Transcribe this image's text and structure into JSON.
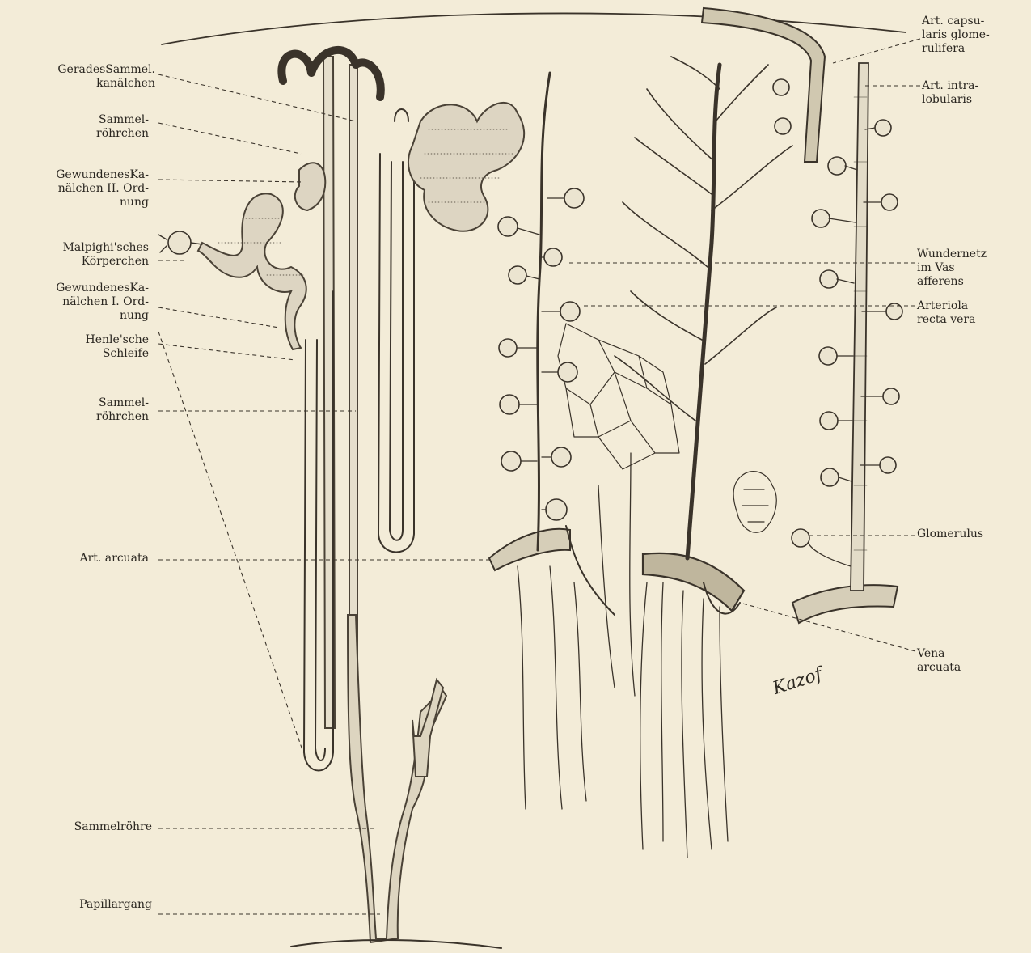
{
  "labels": {
    "left": [
      {
        "id": "gerades-sammelkanalchen",
        "lines": [
          "GeradesSammel.",
          "kanälchen"
        ]
      },
      {
        "id": "sammelrohrchen-upper",
        "lines": [
          "Sammel-",
          "röhrchen"
        ]
      },
      {
        "id": "gewundenes-ii",
        "lines": [
          "GewundenesKa-",
          "nälchen II. Ord-",
          "nung"
        ]
      },
      {
        "id": "malpighi",
        "lines": [
          "Malpighi'sches",
          "Körperchen"
        ]
      },
      {
        "id": "gewundenes-i",
        "lines": [
          "GewundenesKa-",
          "nälchen I. Ord-",
          "nung"
        ]
      },
      {
        "id": "henle",
        "lines": [
          "Henle'sche",
          "Schleife"
        ]
      },
      {
        "id": "sammelrohrchen-lower",
        "lines": [
          "Sammel-",
          "röhrchen"
        ]
      },
      {
        "id": "art-arcuata",
        "lines": [
          "Art. arcuata"
        ]
      },
      {
        "id": "sammelrohre",
        "lines": [
          "Sammelröhre"
        ]
      },
      {
        "id": "papillargang",
        "lines": [
          "Papillargang"
        ]
      }
    ],
    "right": [
      {
        "id": "art-capsularis",
        "lines": [
          "Art. capsu-",
          "laris glome-",
          "rulifera"
        ]
      },
      {
        "id": "art-intralobularis",
        "lines": [
          "Art. intra-",
          "lobularis"
        ]
      },
      {
        "id": "wundernetz",
        "lines": [
          "Wundernetz",
          "im Vas",
          "afferens"
        ]
      },
      {
        "id": "arteriola-recta",
        "lines": [
          "Arteriola",
          "recta vera"
        ]
      },
      {
        "id": "glomerulus",
        "lines": [
          "Glomerulus"
        ]
      },
      {
        "id": "vena-arcuata",
        "lines": [
          "Vena",
          "arcuata"
        ]
      }
    ]
  },
  "signature": "Kazof"
}
